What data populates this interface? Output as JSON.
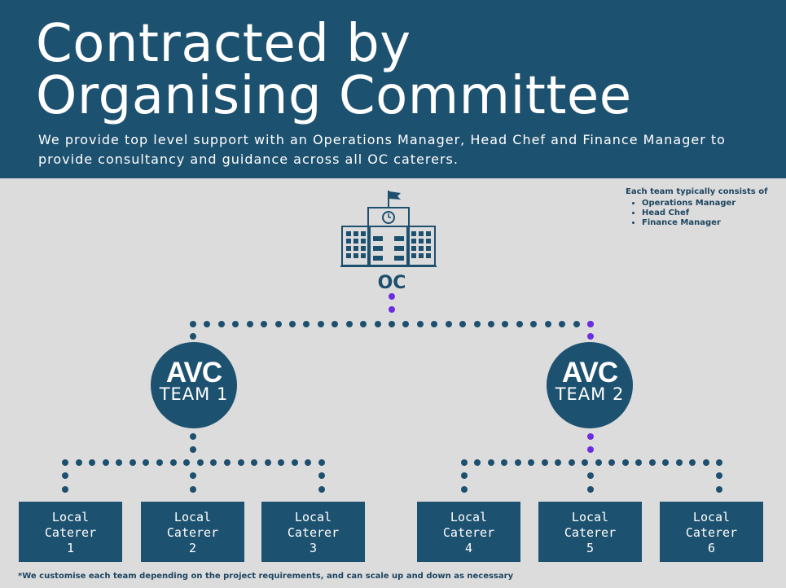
{
  "header": {
    "title_line1": "Contracted by",
    "title_line2": "Organising Committee",
    "subtitle": "We provide top level support with an Operations Manager, Head Chef and Finance Manager to provide consultancy and guidance across all OC caterers."
  },
  "note": {
    "heading": "Each team typically consists of",
    "items": [
      "Operations Manager",
      "Head Chef",
      "Finance Manager"
    ]
  },
  "oc": {
    "label": "OC"
  },
  "teams": [
    {
      "logo": "AVC",
      "label": "TEAM 1"
    },
    {
      "logo": "AVC",
      "label": "TEAM 2"
    }
  ],
  "caterers": [
    {
      "line1": "Local",
      "line2": "Caterer",
      "number": "1"
    },
    {
      "line1": "Local",
      "line2": "Caterer",
      "number": "2"
    },
    {
      "line1": "Local",
      "line2": "Caterer",
      "number": "3"
    },
    {
      "line1": "Local",
      "line2": "Caterer",
      "number": "4"
    },
    {
      "line1": "Local",
      "line2": "Caterer",
      "number": "5"
    },
    {
      "line1": "Local",
      "line2": "Caterer",
      "number": "6"
    }
  ],
  "footnote": "*We customise each team depending on the project requirements, and can scale up and down as necessary",
  "colors": {
    "header_bg": "#1d5170",
    "background": "#dcdcdc",
    "node_fill": "#1d5170",
    "dot_navy": "#1d4f6e",
    "dot_accent": "#6c2ce0"
  },
  "icons": {
    "oc": "building-with-flag-icon",
    "team_logo": "avc-logo-icon"
  }
}
